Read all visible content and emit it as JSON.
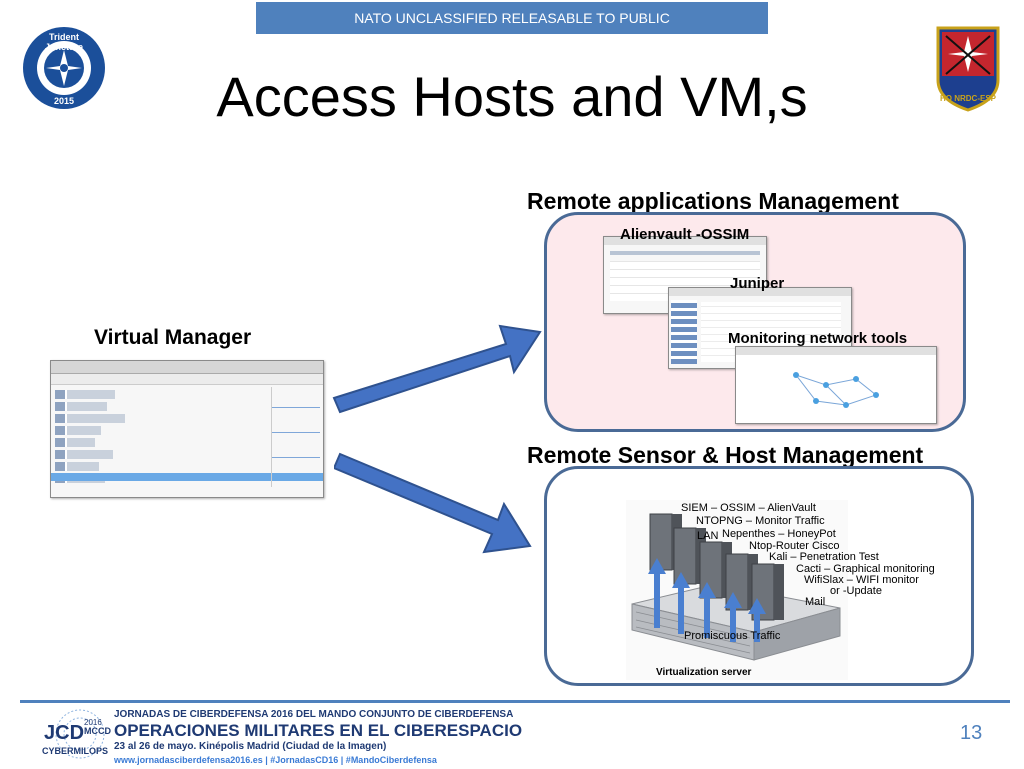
{
  "banner": "NATO UNCLASSIFIED RELEASABLE TO PUBLIC",
  "title": "Access Hosts and VM,s",
  "logos": {
    "left_top": "Trident Juncture",
    "left_bottom": "2015",
    "right_text": "HQ NRDC-ESP"
  },
  "virtual_manager": {
    "label": "Virtual Manager"
  },
  "remote_apps": {
    "title": "Remote applications Management",
    "labels": {
      "alienvault": "Alienvault -OSSIM",
      "juniper": "Juniper",
      "monitoring": "Monitoring network tools"
    }
  },
  "remote_sensor": {
    "title": "Remote Sensor & Host Management",
    "lines": [
      "SIEM – OSSIM – AlienVault",
      "NTOPNG – Monitor Traffic",
      "LAN",
      "Nepenthes – HoneyPot",
      "Ntop-Router Cisco",
      "Kali – Penetration Test",
      "Cacti – Graphical monitoring",
      "WifiSlax – WIFI monitor",
      "or -Update",
      "Mail"
    ],
    "promiscuous": "Promiscuous  Traffic",
    "server_label": "Virtualization server"
  },
  "footer": {
    "logo_line1": "JCD",
    "logo_line2": "MCCD",
    "logo_year": "2016",
    "logo_line3": "CYBERMILOPS",
    "line1": "JORNADAS DE CIBERDEFENSA 2016 DEL MANDO CONJUNTO DE CIBERDEFENSA",
    "line2": "OPERACIONES MILITARES EN EL CIBERESPACIO",
    "line3": "23 al 26 de mayo. Kinépolis Madrid (Ciudad de la Imagen)",
    "line4": "www.jornadasciberdefensa2016.es  |  #JornadasCD16  |  #MandoCiberdefensa",
    "page_number": "13"
  },
  "colors": {
    "banner": "#4f81bd",
    "arrow": "#4472c4",
    "box_border": "#4a6a96",
    "top_box_fill": "#fde9ec"
  }
}
